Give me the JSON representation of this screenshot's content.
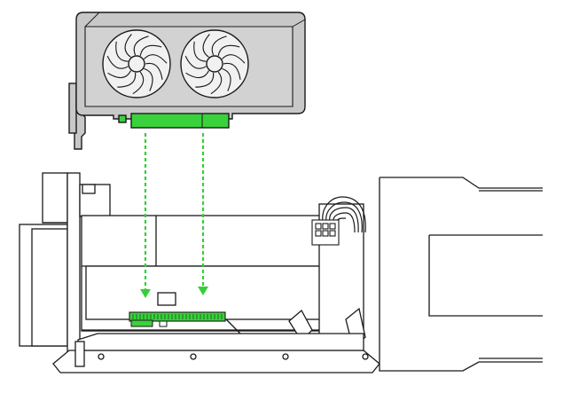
{
  "colors": {
    "background": "#ffffff",
    "outline": "#1a1a1a",
    "card_body": "#c8c8c8",
    "card_face": "#d2d2d2",
    "fan_fill": "#f1f1f1",
    "pcie_green": "#39d23c",
    "arrow_green": "#35cf38",
    "enclosure_fill": "#ffffff",
    "cable_fill": "#ffffff"
  },
  "icons": {
    "graphics_card": "gpu-card-icon",
    "fan": "cooling-fan-icon",
    "pcie_slot": "pcie-slot-icon",
    "insert_arrow": "dashed-arrow-down-icon",
    "power_connector": "pcie-power-connector-icon",
    "enclosure": "egpu-enclosure-icon"
  },
  "diagram": {
    "steps": [
      {
        "id": "insert-left",
        "direction": "down"
      },
      {
        "id": "insert-right",
        "direction": "down"
      }
    ],
    "fan_count": 2,
    "fan_blades": 11
  }
}
